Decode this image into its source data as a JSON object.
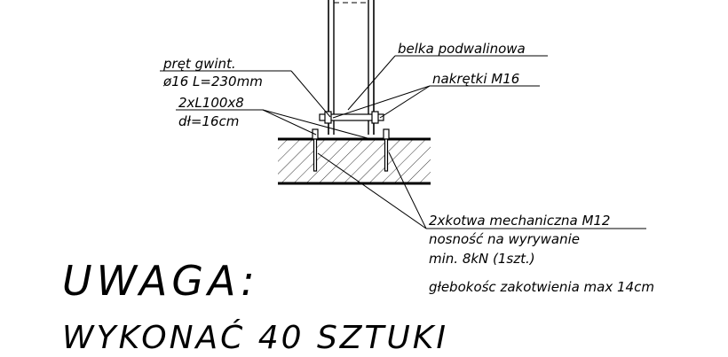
{
  "labels": {
    "pret_line1": "pręt gwint.",
    "pret_line2": "ø16 L=230mm",
    "angle_line1": "2xL100x8",
    "angle_line2": "dł=16cm",
    "belka": "belka podwalinowa",
    "nakretki": "nakrętki M16",
    "kotwa_title": "2xkotwa mechaniczna M12",
    "kotwa_line1": "nosność na wyrywanie",
    "kotwa_line2": "min. 8kN (1szt.)",
    "kotwa_line3": "głebokośc zakotwienia max 14cm"
  },
  "note": {
    "title": "UWAGA:",
    "body": "WYKONAĆ 40 SZTUKI"
  }
}
